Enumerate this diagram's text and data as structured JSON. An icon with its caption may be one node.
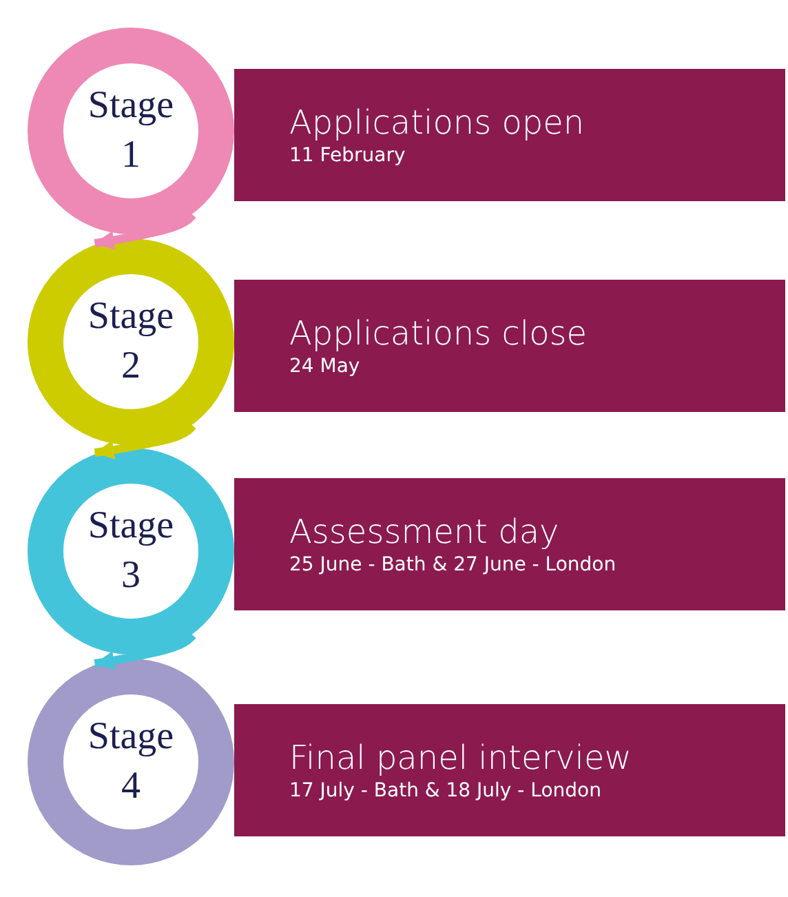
{
  "diagram": {
    "nodes": [
      {
        "text": [
          "Stage",
          "1"
        ]
      },
      {
        "text": [
          "Applications open",
          "11 February"
        ]
      },
      {
        "text": [
          "Stage",
          "2"
        ]
      },
      {
        "text": [
          "Applications close",
          "24 May"
        ]
      },
      {
        "text": [
          "Stage",
          "3"
        ]
      },
      {
        "text": [
          "Assessment day",
          "25 June - Bath & 27 June - London"
        ]
      },
      {
        "text": [
          "Stage",
          "4"
        ]
      },
      {
        "text": [
          "Final panel interview",
          "17 July - Bath & 18 July - London"
        ]
      }
    ],
    "edges": [
      {
        "from": 0,
        "to": 2,
        "arrow": "to",
        "color": "#ee88b4"
      },
      {
        "from": 2,
        "to": 4,
        "arrow": "to",
        "color": "#cccc00"
      },
      {
        "from": 4,
        "to": 6,
        "arrow": "to",
        "color": "#44c4da"
      }
    ]
  }
}
